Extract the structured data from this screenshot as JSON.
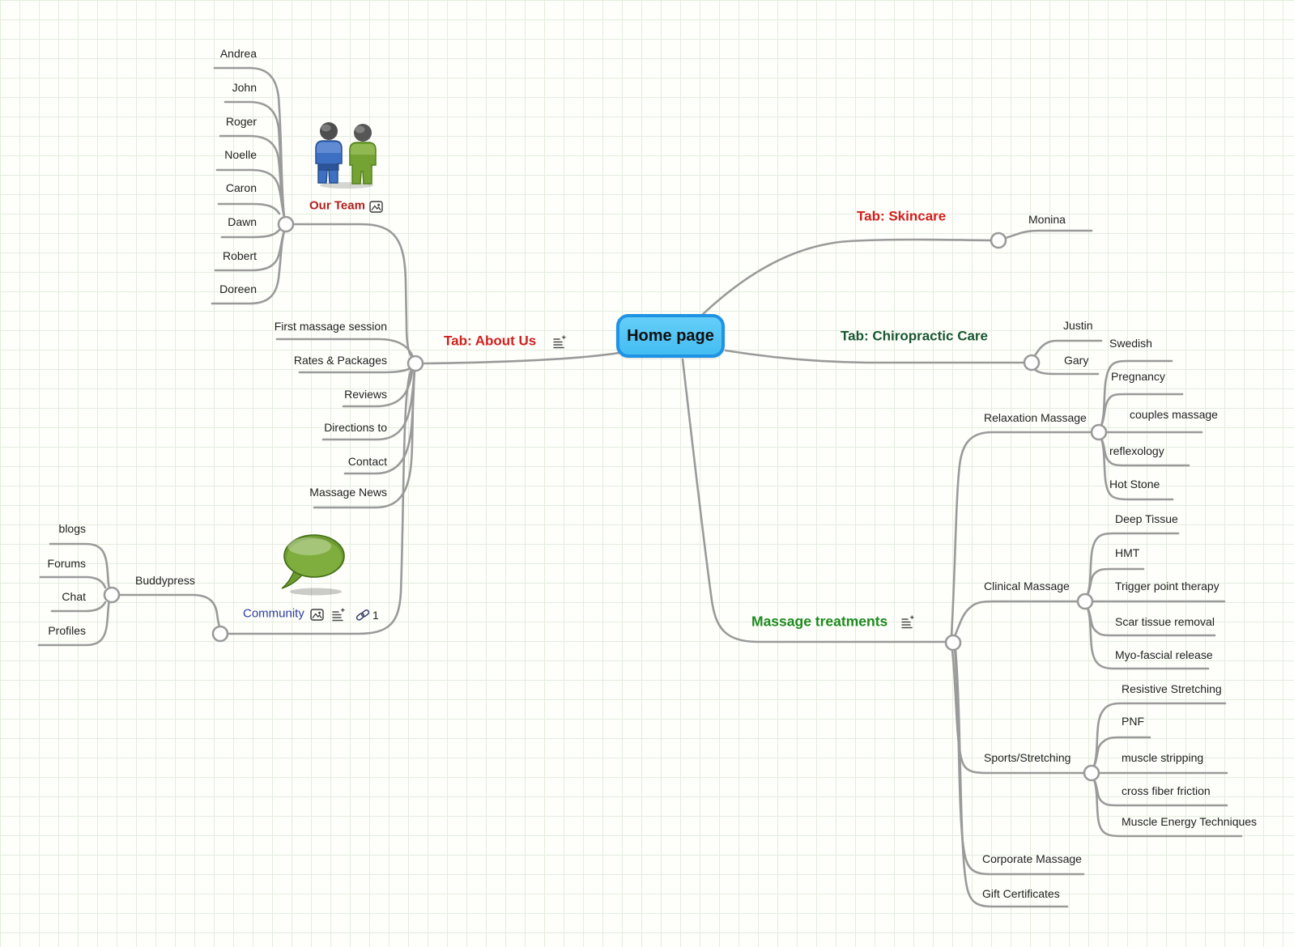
{
  "app": {
    "type": "mind-map-canvas"
  },
  "colors": {
    "tab_red": "#d1201d",
    "chiropractic_dark_green": "#1a5632",
    "massage_green": "#1d8a1e",
    "our_team_red": "#b01f1f",
    "community_blue": "#2b3c9e",
    "home_fill": "#50c5f6",
    "home_border": "#1f93e3",
    "connector_gray": "#9a9a9a",
    "grid_line": "#e4ecde"
  },
  "nodes": {
    "home": {
      "label": "Home page"
    },
    "about": {
      "label": "Tab: About Us"
    },
    "first_session": {
      "label": "First massage session"
    },
    "rates": {
      "label": "Rates & Packages"
    },
    "reviews": {
      "label": "Reviews"
    },
    "directions": {
      "label": "Directions to"
    },
    "contact": {
      "label": "Contact"
    },
    "news": {
      "label": "Massage News"
    },
    "our_team": {
      "label": "Our Team"
    },
    "andrea": {
      "label": "Andrea"
    },
    "john": {
      "label": "John"
    },
    "roger": {
      "label": "Roger"
    },
    "noelle": {
      "label": "Noelle"
    },
    "caron": {
      "label": "Caron"
    },
    "dawn": {
      "label": "Dawn"
    },
    "robert": {
      "label": "Robert"
    },
    "doreen": {
      "label": "Doreen"
    },
    "community": {
      "label": "Community"
    },
    "buddypress": {
      "label": "Buddypress"
    },
    "blogs": {
      "label": "blogs"
    },
    "forums": {
      "label": "Forums"
    },
    "chat": {
      "label": "Chat"
    },
    "profiles": {
      "label": "Profiles"
    },
    "skincare": {
      "label": "Tab: Skincare"
    },
    "monina": {
      "label": "Monina"
    },
    "chiro": {
      "label": "Tab: Chiropractic Care"
    },
    "justin": {
      "label": "Justin"
    },
    "gary": {
      "label": "Gary"
    },
    "massage": {
      "label": "Massage treatments"
    },
    "relaxation": {
      "label": "Relaxation Massage"
    },
    "swedish": {
      "label": "Swedish"
    },
    "pregnancy": {
      "label": "Pregnancy"
    },
    "couples": {
      "label": "couples massage"
    },
    "reflexology": {
      "label": "reflexology"
    },
    "hot_stone": {
      "label": "Hot Stone"
    },
    "clinical": {
      "label": "Clinical Massage"
    },
    "deep_tissue": {
      "label": "Deep Tissue"
    },
    "hmt": {
      "label": "HMT"
    },
    "trigger": {
      "label": "Trigger point therapy"
    },
    "scar": {
      "label": "Scar tissue removal"
    },
    "myo": {
      "label": "Myo-fascial release"
    },
    "sports": {
      "label": "Sports/Stretching"
    },
    "resistive": {
      "label": "Resistive Stretching"
    },
    "pnf": {
      "label": "PNF"
    },
    "stripping": {
      "label": "muscle stripping"
    },
    "cross_fiber": {
      "label": "cross fiber friction"
    },
    "met": {
      "label": "Muscle Energy Techniques"
    },
    "corporate": {
      "label": "Corporate Massage"
    },
    "gift": {
      "label": "Gift Certificates"
    }
  },
  "badges": {
    "community_link_count": "1"
  },
  "icon_names": [
    "notes-plus-icon",
    "image-icon",
    "link-icon",
    "team-people-image",
    "speech-bubble-image"
  ],
  "structure": {
    "home": [
      "about",
      "skincare",
      "chiro",
      "massage"
    ],
    "about": [
      "first_session",
      "rates",
      "reviews",
      "directions",
      "contact",
      "news",
      "our_team",
      "community"
    ],
    "our_team": [
      "andrea",
      "john",
      "roger",
      "noelle",
      "caron",
      "dawn",
      "robert",
      "doreen"
    ],
    "community": [
      "buddypress"
    ],
    "buddypress": [
      "blogs",
      "forums",
      "chat",
      "profiles"
    ],
    "skincare": [
      "monina"
    ],
    "chiro": [
      "justin",
      "gary"
    ],
    "massage": [
      "relaxation",
      "clinical",
      "sports",
      "corporate",
      "gift"
    ],
    "relaxation": [
      "swedish",
      "pregnancy",
      "couples",
      "reflexology",
      "hot_stone"
    ],
    "clinical": [
      "deep_tissue",
      "hmt",
      "trigger",
      "scar",
      "myo"
    ],
    "sports": [
      "resistive",
      "pnf",
      "stripping",
      "cross_fiber",
      "met"
    ]
  }
}
